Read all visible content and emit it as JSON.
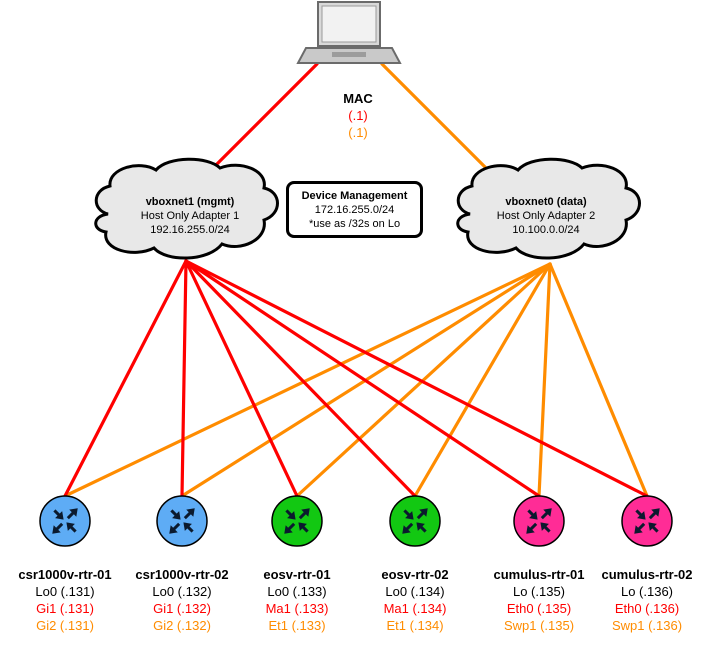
{
  "colors": {
    "mgmt": "#ff0000",
    "data": "#ff8c00",
    "csr": "#5eacf5",
    "eos": "#12c812",
    "cumulus": "#ff2c96",
    "cloud": "#e8e8e8"
  },
  "host": {
    "name": "MAC",
    "mgmt_ip": "(.1)",
    "data_ip": "(.1)",
    "icon": "laptop-icon"
  },
  "clouds": [
    {
      "id": "mgmt",
      "title": "vboxnet1 (mgmt)",
      "line1": "Host Only Adapter 1",
      "line2": "192.16.255.0/24"
    },
    {
      "id": "data",
      "title": "vboxnet0 (data)",
      "line1": "Host Only Adapter 2",
      "line2": "10.100.0.0/24"
    }
  ],
  "device_mgmt": {
    "title": "Device Management",
    "line1": "172.16.255.0/24",
    "line2": "*use as /32s on Lo"
  },
  "routers": [
    {
      "name": "csr1000v-rtr-01",
      "lo": "Lo0 (.131)",
      "mgmt": "Gi1 (.131)",
      "data": "Gi2 (.131)",
      "kind": "csr"
    },
    {
      "name": "csr1000v-rtr-02",
      "lo": "Lo0 (.132)",
      "mgmt": "Gi1 (.132)",
      "data": "Gi2 (.132)",
      "kind": "csr"
    },
    {
      "name": "eosv-rtr-01",
      "lo": "Lo0 (.133)",
      "mgmt": "Ma1 (.133)",
      "data": "Et1 (.133)",
      "kind": "eos"
    },
    {
      "name": "eosv-rtr-02",
      "lo": "Lo0 (.134)",
      "mgmt": "Ma1 (.134)",
      "data": "Et1 (.134)",
      "kind": "eos"
    },
    {
      "name": "cumulus-rtr-01",
      "lo": "Lo (.135)",
      "mgmt": "Eth0 (.135)",
      "data": "Swp1 (.135)",
      "kind": "cumulus"
    },
    {
      "name": "cumulus-rtr-02",
      "lo": "Lo (.136)",
      "mgmt": "Eth0 (.136)",
      "data": "Swp1 (.136)",
      "kind": "cumulus"
    }
  ]
}
